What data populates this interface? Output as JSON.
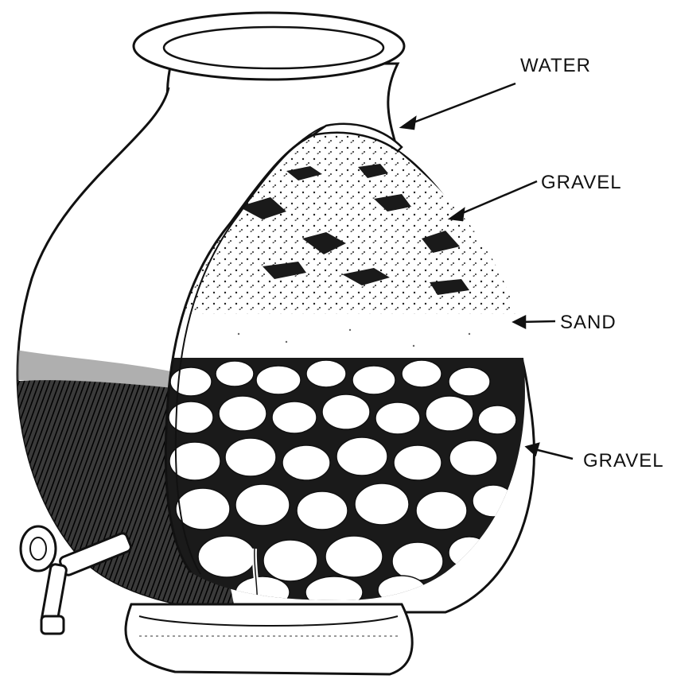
{
  "labels": {
    "water": "WATER",
    "gravel_top": "GRAVEL",
    "sand": "SAND",
    "gravel_bottom": "GRAVEL"
  },
  "colors": {
    "ink": "#111111",
    "paper": "#ffffff",
    "shade": "#2a2a2a",
    "pebble": "#ffffff"
  },
  "icons": [
    "water-jar-filter-illustration",
    "spigot-icon"
  ]
}
